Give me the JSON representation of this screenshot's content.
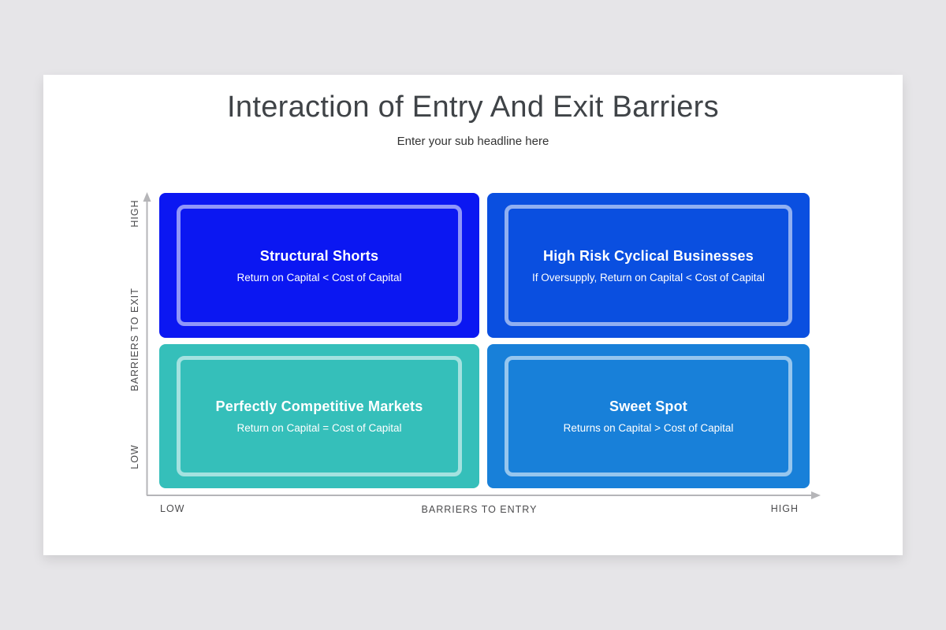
{
  "slide": {
    "title": "Interaction of Entry And Exit Barriers",
    "subtitle": "Enter your sub headline here"
  },
  "matrix": {
    "y_axis": {
      "label": "BARRIERS TO EXIT",
      "top_tick": "HIGH",
      "bottom_tick": "LOW"
    },
    "x_axis": {
      "label": "BARRIERS TO ENTRY",
      "left_tick": "LOW",
      "right_tick": "HIGH"
    },
    "quadrants": [
      {
        "position": "top-left",
        "title": "Structural Shorts",
        "description": "Return on Capital < Cost of Capital",
        "color": "#0b17f2"
      },
      {
        "position": "top-right",
        "title": "High Risk Cyclical Businesses",
        "description": "If Oversupply, Return on Capital < Cost of Capital",
        "color": "#0a4fe0"
      },
      {
        "position": "bottom-left",
        "title": "Perfectly Competitive Markets",
        "description": "Return on Capital = Cost of Capital",
        "color": "#35bfba"
      },
      {
        "position": "bottom-right",
        "title": "Sweet Spot",
        "description": "Returns on Capital > Cost of Capital",
        "color": "#1880d9"
      }
    ]
  }
}
